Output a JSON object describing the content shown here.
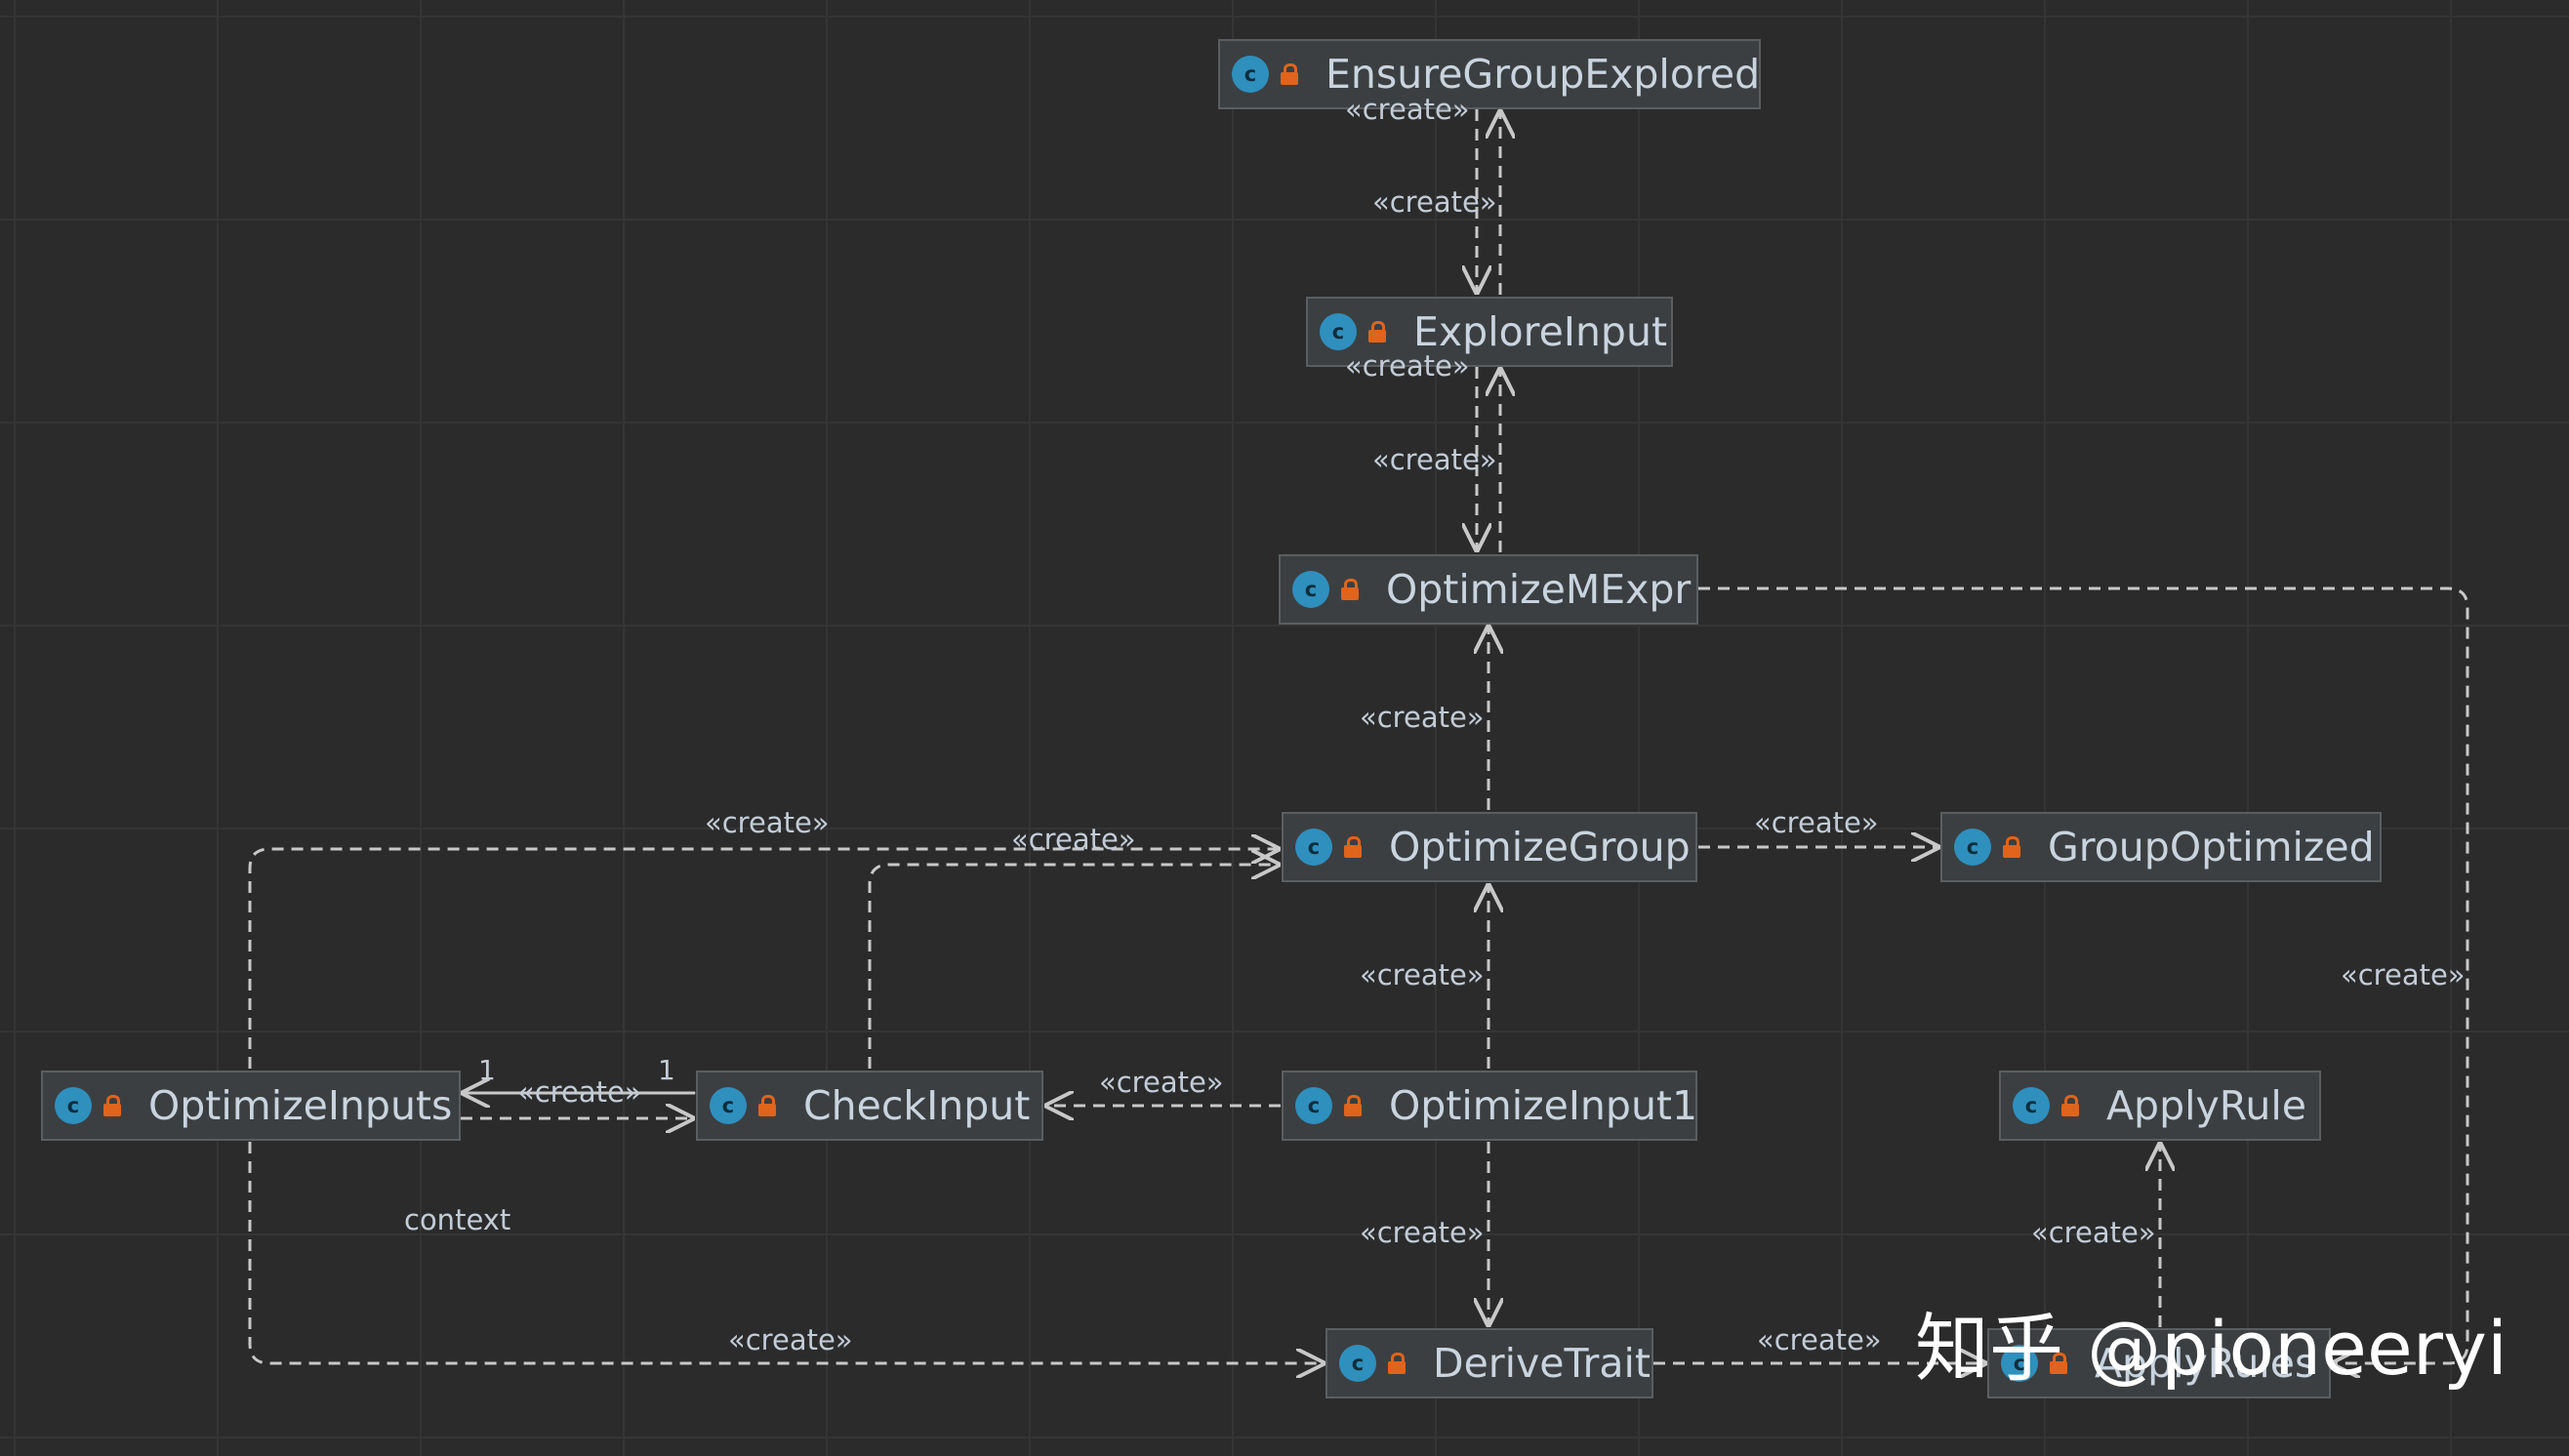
{
  "diagram": {
    "icon_letter": "c",
    "nodes": {
      "ensure_group_explored": "EnsureGroupExplored",
      "explore_input": "ExploreInput",
      "optimize_mexpr": "OptimizeMExpr",
      "optimize_group": "OptimizeGroup",
      "group_optimized": "GroupOptimized",
      "optimize_inputs": "OptimizeInputs",
      "check_input": "CheckInput",
      "optimize_input1": "OptimizeInput1",
      "apply_rule": "ApplyRule",
      "derive_trait": "DeriveTrait",
      "apply_rules": "ApplyRules"
    },
    "edge_labels": {
      "create": "«create»",
      "context": "context",
      "multiplicity": "1"
    },
    "watermark": "知乎 @pioneeryi"
  },
  "colors": {
    "background": "#2b2b2b",
    "node_fill": "#3c3f41",
    "node_border": "#5b5e60",
    "class_icon": "#2f8fbd",
    "lock_icon": "#e0641b",
    "edge": "#c8c8c8",
    "text": "#c9d4df"
  }
}
